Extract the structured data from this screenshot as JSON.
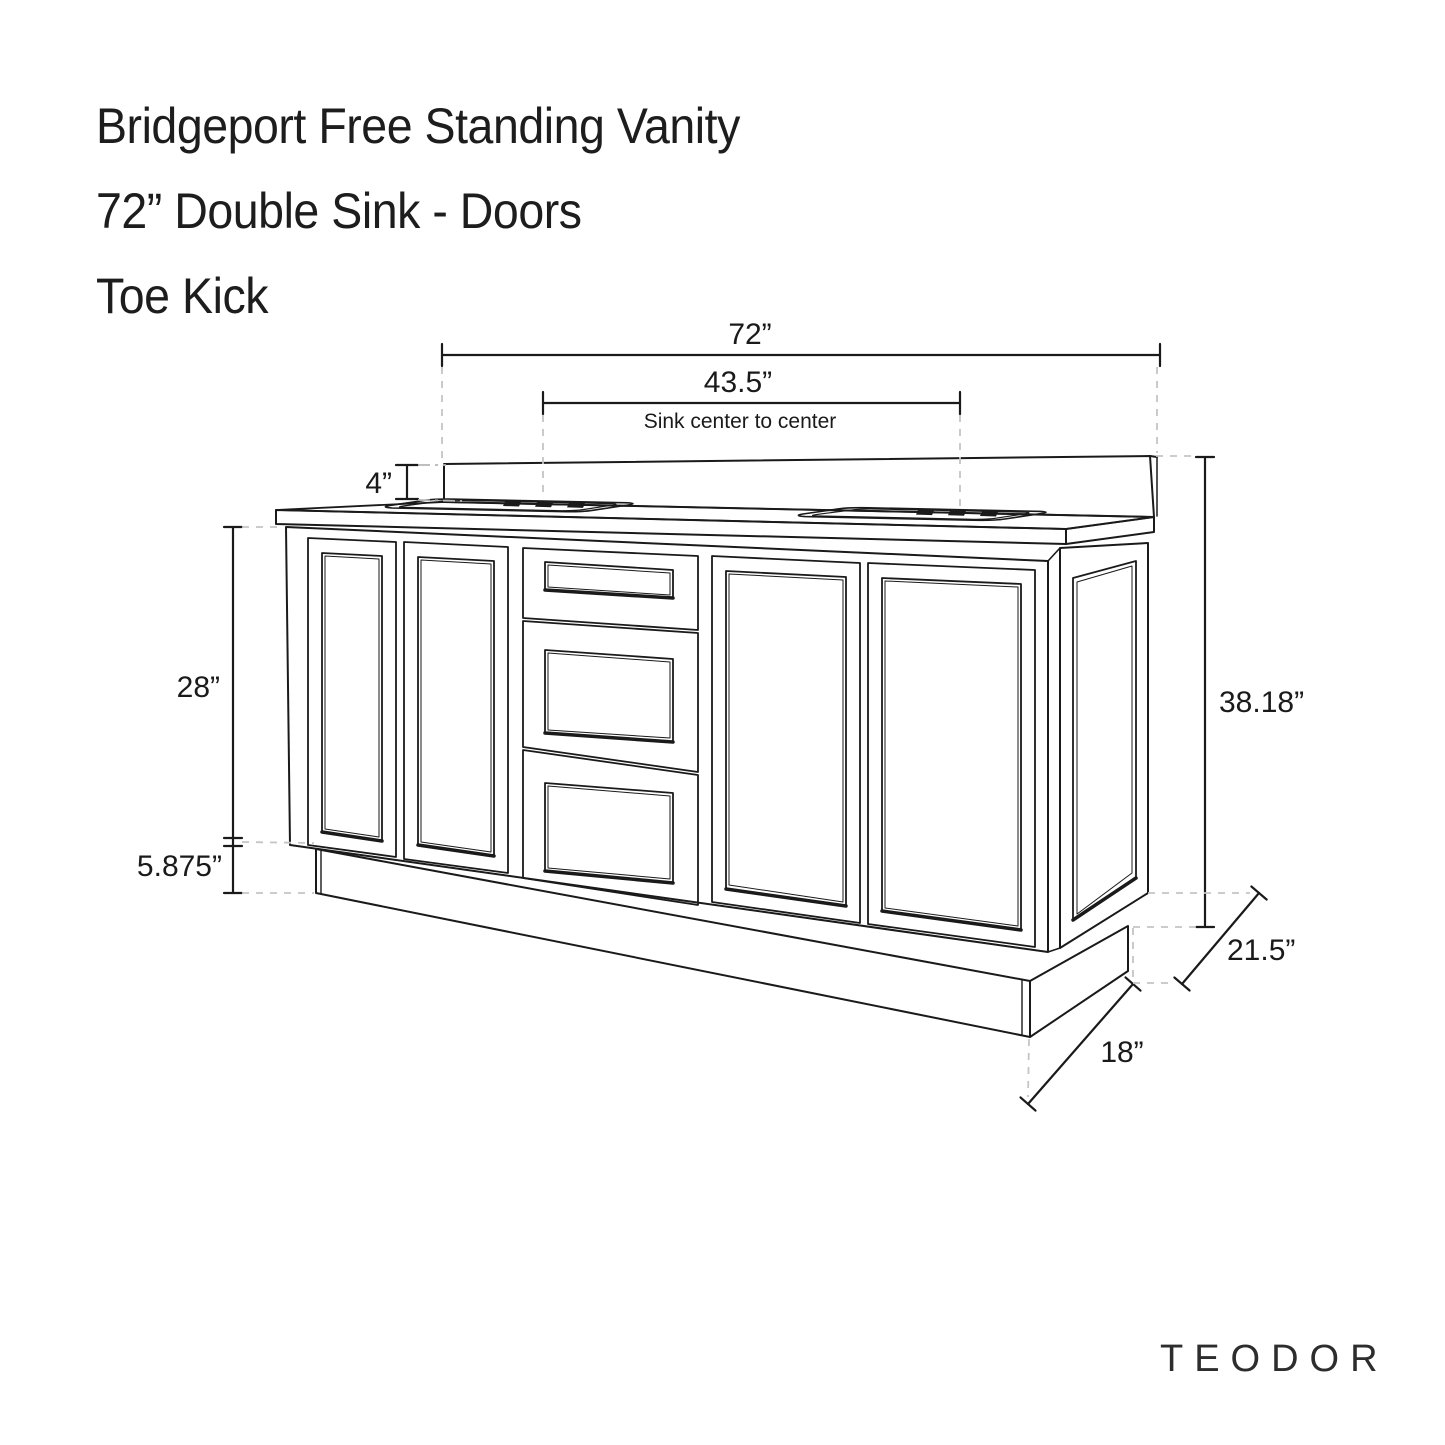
{
  "title": {
    "line1": "Bridgeport Free Standing Vanity",
    "line2": "72” Double Sink - Doors",
    "line3": "Toe Kick"
  },
  "dimensions": {
    "total_width": "72”",
    "sink_spacing": "43.5”",
    "sink_spacing_note": "Sink center to center",
    "backsplash_height": "4”",
    "cabinet_box_height": "28”",
    "toe_kick_height": "5.875”",
    "total_height": "38.18”",
    "total_depth": "21.5”",
    "toe_kick_depth": "18”"
  },
  "brand": {
    "logo_text": "TEODOR"
  },
  "colors": {
    "line": "#1a1a1a",
    "guide_dashed": "#c5c5c5",
    "guide_dashdot": "#b5b5b5",
    "background": "#ffffff"
  }
}
